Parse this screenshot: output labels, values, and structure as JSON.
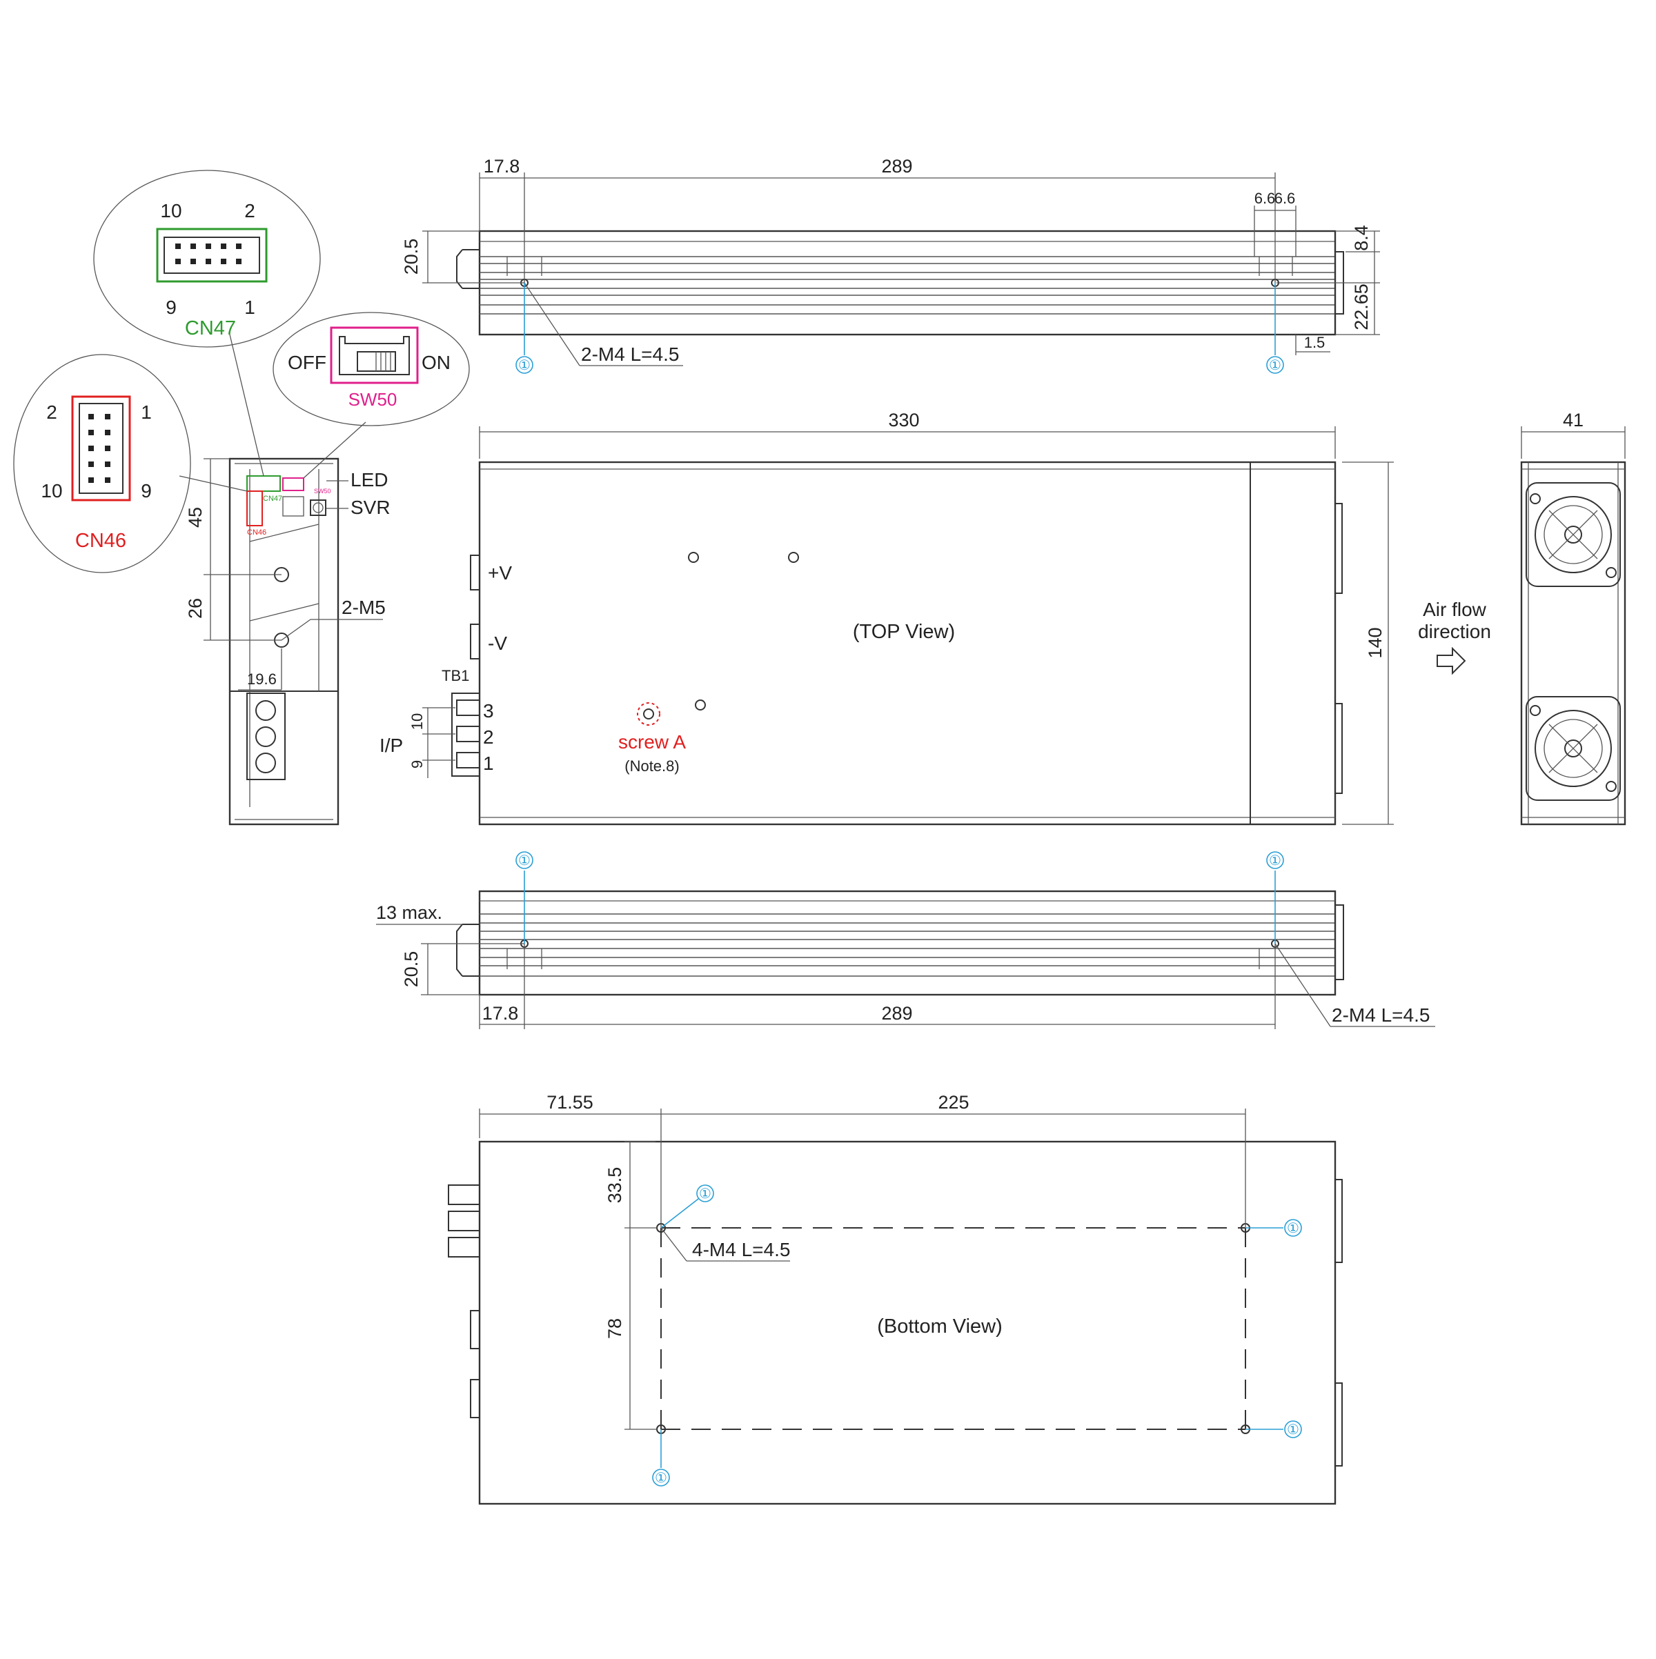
{
  "colors": {
    "cn47": "#2e9b2e",
    "cn46": "#e02020",
    "sw50": "#e0208c",
    "screw": "#e02020",
    "mark": "#2a9fd6"
  },
  "side_view_top": {
    "d_178": "17.8",
    "d_289": "289",
    "d_205": "20.5",
    "d_66a": "6.6",
    "d_66b": "6.6",
    "d_84": "8.4",
    "d_2265": "22.65",
    "d_15": "1.5",
    "screw_label": "2-M4  L=4.5",
    "mark": "①"
  },
  "top_view": {
    "d_330": "330",
    "d_140": "140",
    "title": "(TOP View)",
    "plus_v": "+V",
    "minus_v": "-V",
    "tb1": "TB1",
    "pin3": "3",
    "pin2": "2",
    "pin1": "1",
    "ip": "I/P",
    "d_10": "10",
    "d_9": "9",
    "screw_a": "screw A",
    "note": "(Note.8)"
  },
  "front_view": {
    "d_41": "41",
    "airflow_1": "Air flow",
    "airflow_2": "direction",
    "airflow_icon": "arrow-right-icon"
  },
  "end_view": {
    "d_45": "45",
    "d_26": "26",
    "d_196": "19.6",
    "m5": "2-M5",
    "led": "LED",
    "svr": "SVR",
    "cn47_small": "CN47",
    "cn46_small": "CN46",
    "sw50_small": "SW50"
  },
  "cn47": {
    "n10": "10",
    "n2": "2",
    "n9": "9",
    "n1": "1",
    "name": "CN47"
  },
  "cn46": {
    "n2": "2",
    "n1": "1",
    "n10": "10",
    "n9": "9",
    "name": "CN46"
  },
  "sw50": {
    "off": "OFF",
    "on": "ON",
    "name": "SW50"
  },
  "side_view_bottom": {
    "d_13": "13 max.",
    "d_205": "20.5",
    "d_178": "17.8",
    "d_289": "289",
    "screw_label": "2-M4  L=4.5",
    "mark": "①"
  },
  "bottom_view": {
    "d_7155": "71.55",
    "d_225": "225",
    "d_335": "33.5",
    "d_78": "78",
    "screw_label": "4-M4 L=4.5",
    "title": "(Bottom View)",
    "mark": "①"
  }
}
